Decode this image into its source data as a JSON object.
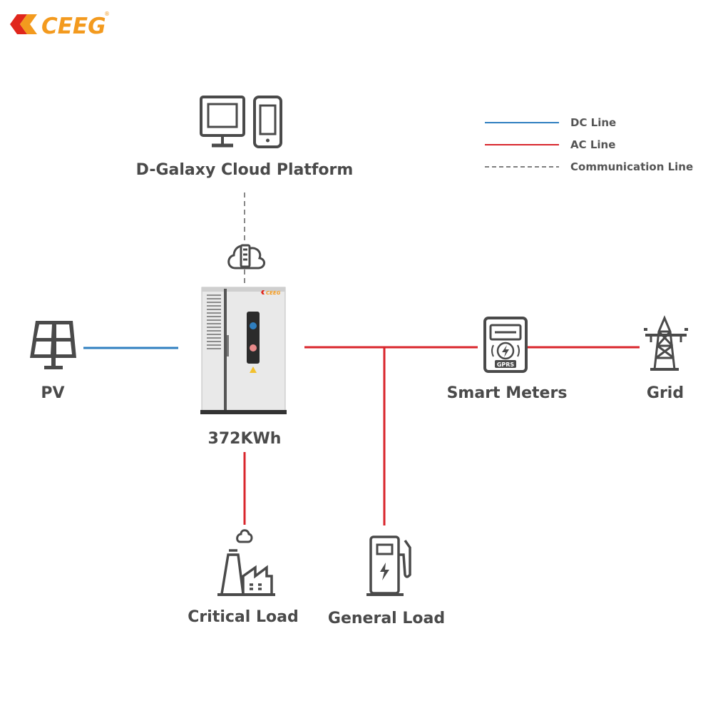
{
  "brand": {
    "name": "CEEG",
    "reg": "®",
    "device_badge": "CEEG"
  },
  "legend": {
    "dc": "DC Line",
    "ac": "AC Line",
    "comm": "Communication Line"
  },
  "nodes": {
    "cloud": "D-Galaxy Cloud Platform",
    "battery": "372KWh",
    "pv": "PV",
    "meter": "Smart Meters",
    "meter_badge": "GPRS",
    "grid": "Grid",
    "critical_load": "Critical Load",
    "general_load": "General Load"
  },
  "icons": {
    "pv": "solar-panel-icon",
    "cloud": "cloud-router-icon",
    "monitor": "monitor-icon",
    "phone": "smartphone-icon",
    "battery": "battery-cabinet-icon",
    "meter": "smart-meter-icon",
    "grid": "power-tower-icon",
    "critical_load": "factory-icon",
    "general_load": "charging-station-icon"
  },
  "colors": {
    "dc": "#2f7fc0",
    "ac": "#d9262c",
    "comm": "#888888",
    "icon": "#4a4a4a",
    "brand_orange": "#f39a1e",
    "brand_red": "#e0261c"
  }
}
